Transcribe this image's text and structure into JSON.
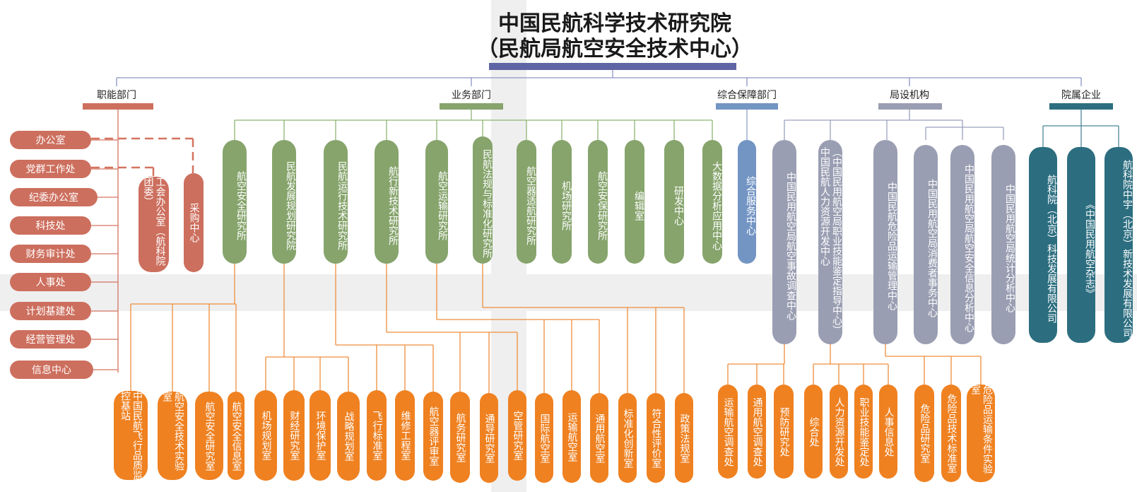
{
  "title": {
    "line1": "中国民航科学技术研究院",
    "line2": "（民航局航空安全技术中心）"
  },
  "categories": {
    "functional": "职能部门",
    "business": "业务部门",
    "support": "综合保障部门",
    "bureau": "局设机构",
    "enterprise": "院属企业"
  },
  "functional_units": [
    "办公室",
    "党群工作处",
    "纪委办公室",
    "科技处",
    "财务审计处",
    "人事处",
    "计划基建处",
    "经营管理处",
    "信息中心"
  ],
  "functional_offices": [
    "工会办公室（航科院团委）",
    "采购中心"
  ],
  "business_units": [
    "航空安全研究所",
    "民航发展规划研究院",
    "民航运行技术研究所",
    "航行新技术研究所",
    "航空运输研究所",
    "民航法规与标准化研究所",
    "航空器适航研究所",
    "机场研究所",
    "航空安保研究所",
    "编辑室",
    "研发中心",
    "大数据分析应用中心"
  ],
  "support_units": [
    "综合服务中心"
  ],
  "bureau_units": [
    "中国民用航空局航空事故调查中心",
    "（中国民用航空局职业技能鉴定指导中心）中国民航人力资源开发中心",
    "中国民航危险品运输管理中心",
    "中国民用航空局消费者事务中心",
    "中国民用航空局航空安全信息分析中心",
    "中国民用航空局统计分析中心"
  ],
  "enterprise_units": [
    "航科院（北京）科技发展有限公司",
    "《中国民用航空杂志》",
    "航科院中宇（北京）新技术发展有限公司"
  ],
  "sub_units": [
    "中国民航飞行品质监控基站",
    "航空安全技术实验室",
    "航空安全研究室",
    "航空安全信息室",
    "机场规划室",
    "财经研究室",
    "环境保护室",
    "战略规划室",
    "飞行标准室",
    "维修工程室",
    "航空器评审室",
    "航务研究室",
    "通导研究室",
    "空管研究室",
    "国际航空室",
    "运输航空室",
    "通用航空室",
    "标准化创新室",
    "符合性评价室",
    "政策法规室",
    "运输航空调查处",
    "通用航空调查处",
    "预防研究处",
    "综合处",
    "人力资源开发处",
    "职业技能鉴定处",
    "人事信息处",
    "危险品研究室",
    "危险品技术标准室",
    "危险品运输条件实验室"
  ],
  "colors": {
    "functional": "#cd6f5e",
    "business": "#86a46c",
    "support": "#7395c4",
    "bureau": "#9a9eb2",
    "enterprise": "#2c6e80",
    "sub": "#ef8121",
    "title_bar": "#5f64a4"
  }
}
